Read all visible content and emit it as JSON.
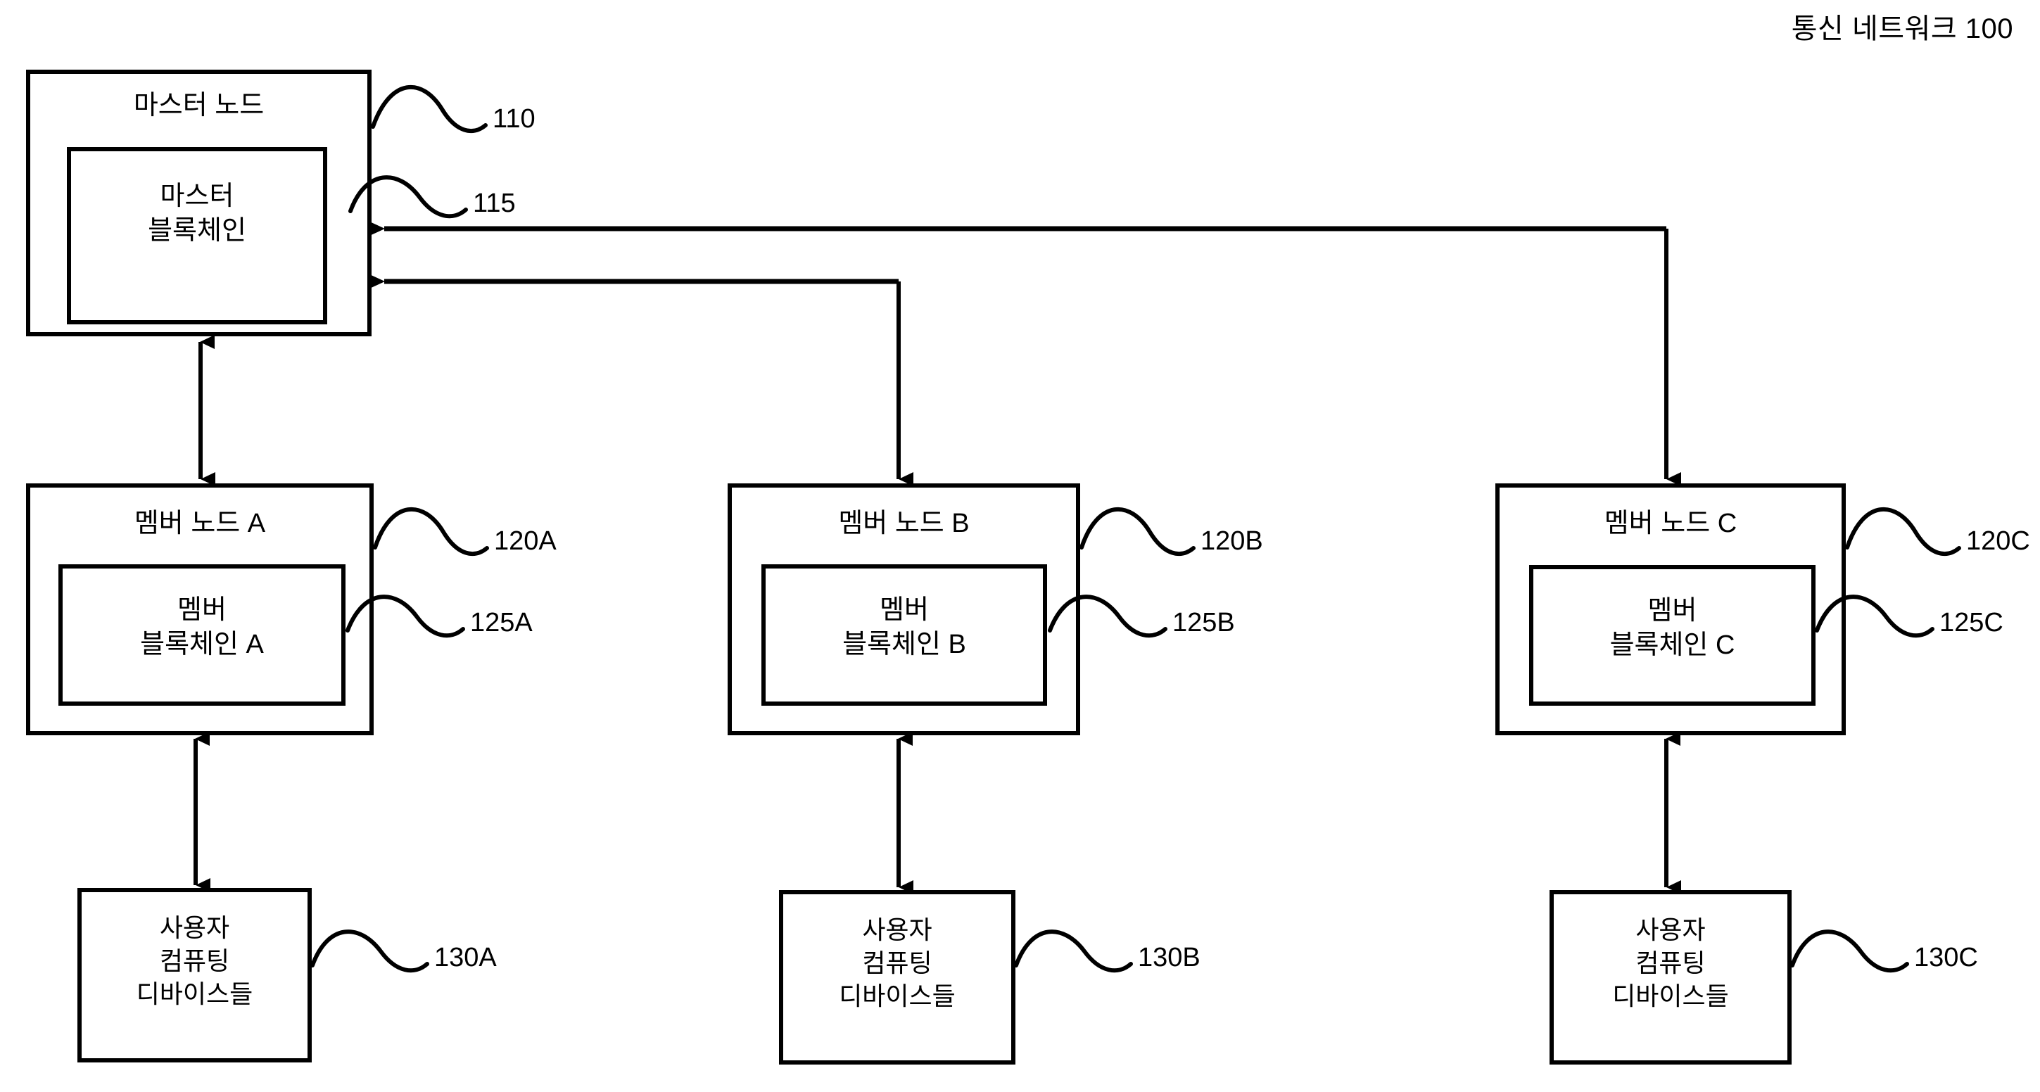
{
  "figure": {
    "title": "통신 네트워크 100",
    "network_label": "통신 네트워크",
    "network_ref": "100",
    "line_color": "#000000",
    "background_color": "#ffffff"
  },
  "master_node": {
    "title": "마스터 노드",
    "ref": "110",
    "blockchain": {
      "line1": "마스터",
      "line2": "블록체인",
      "ref": "115"
    }
  },
  "member_nodes": [
    {
      "title": "멤버 노드 A",
      "ref": "120A",
      "blockchain": {
        "line1": "멤버",
        "line2": "블록체인 A",
        "ref": "125A"
      },
      "devices": {
        "line1": "사용자",
        "line2": "컴퓨팅",
        "line3": "디바이스들",
        "ref": "130A"
      }
    },
    {
      "title": "멤버 노드 B",
      "ref": "120B",
      "blockchain": {
        "line1": "멤버",
        "line2": "블록체인 B",
        "ref": "125B"
      },
      "devices": {
        "line1": "사용자",
        "line2": "컴퓨팅",
        "line3": "디바이스들",
        "ref": "130B"
      }
    },
    {
      "title": "멤버 노드 C",
      "ref": "120C",
      "blockchain": {
        "line1": "멤버",
        "line2": "블록체인 C",
        "ref": "125C"
      },
      "devices": {
        "line1": "사용자",
        "line2": "컴퓨팅",
        "line3": "디바이스들",
        "ref": "130C"
      }
    }
  ],
  "connections": [
    {
      "name": "master-to-member-a",
      "kind": "bidirectional-vertical"
    },
    {
      "name": "master-to-member-b",
      "kind": "routed-down-arrow"
    },
    {
      "name": "master-to-member-c",
      "kind": "routed-down-arrow"
    },
    {
      "name": "member-b-to-master",
      "kind": "routed-left-arrow"
    },
    {
      "name": "member-c-to-master",
      "kind": "routed-left-arrow"
    },
    {
      "name": "member-a-to-devices-a",
      "kind": "bidirectional-vertical"
    },
    {
      "name": "member-b-to-devices-b",
      "kind": "bidirectional-vertical"
    },
    {
      "name": "member-c-to-devices-c",
      "kind": "bidirectional-vertical"
    }
  ]
}
